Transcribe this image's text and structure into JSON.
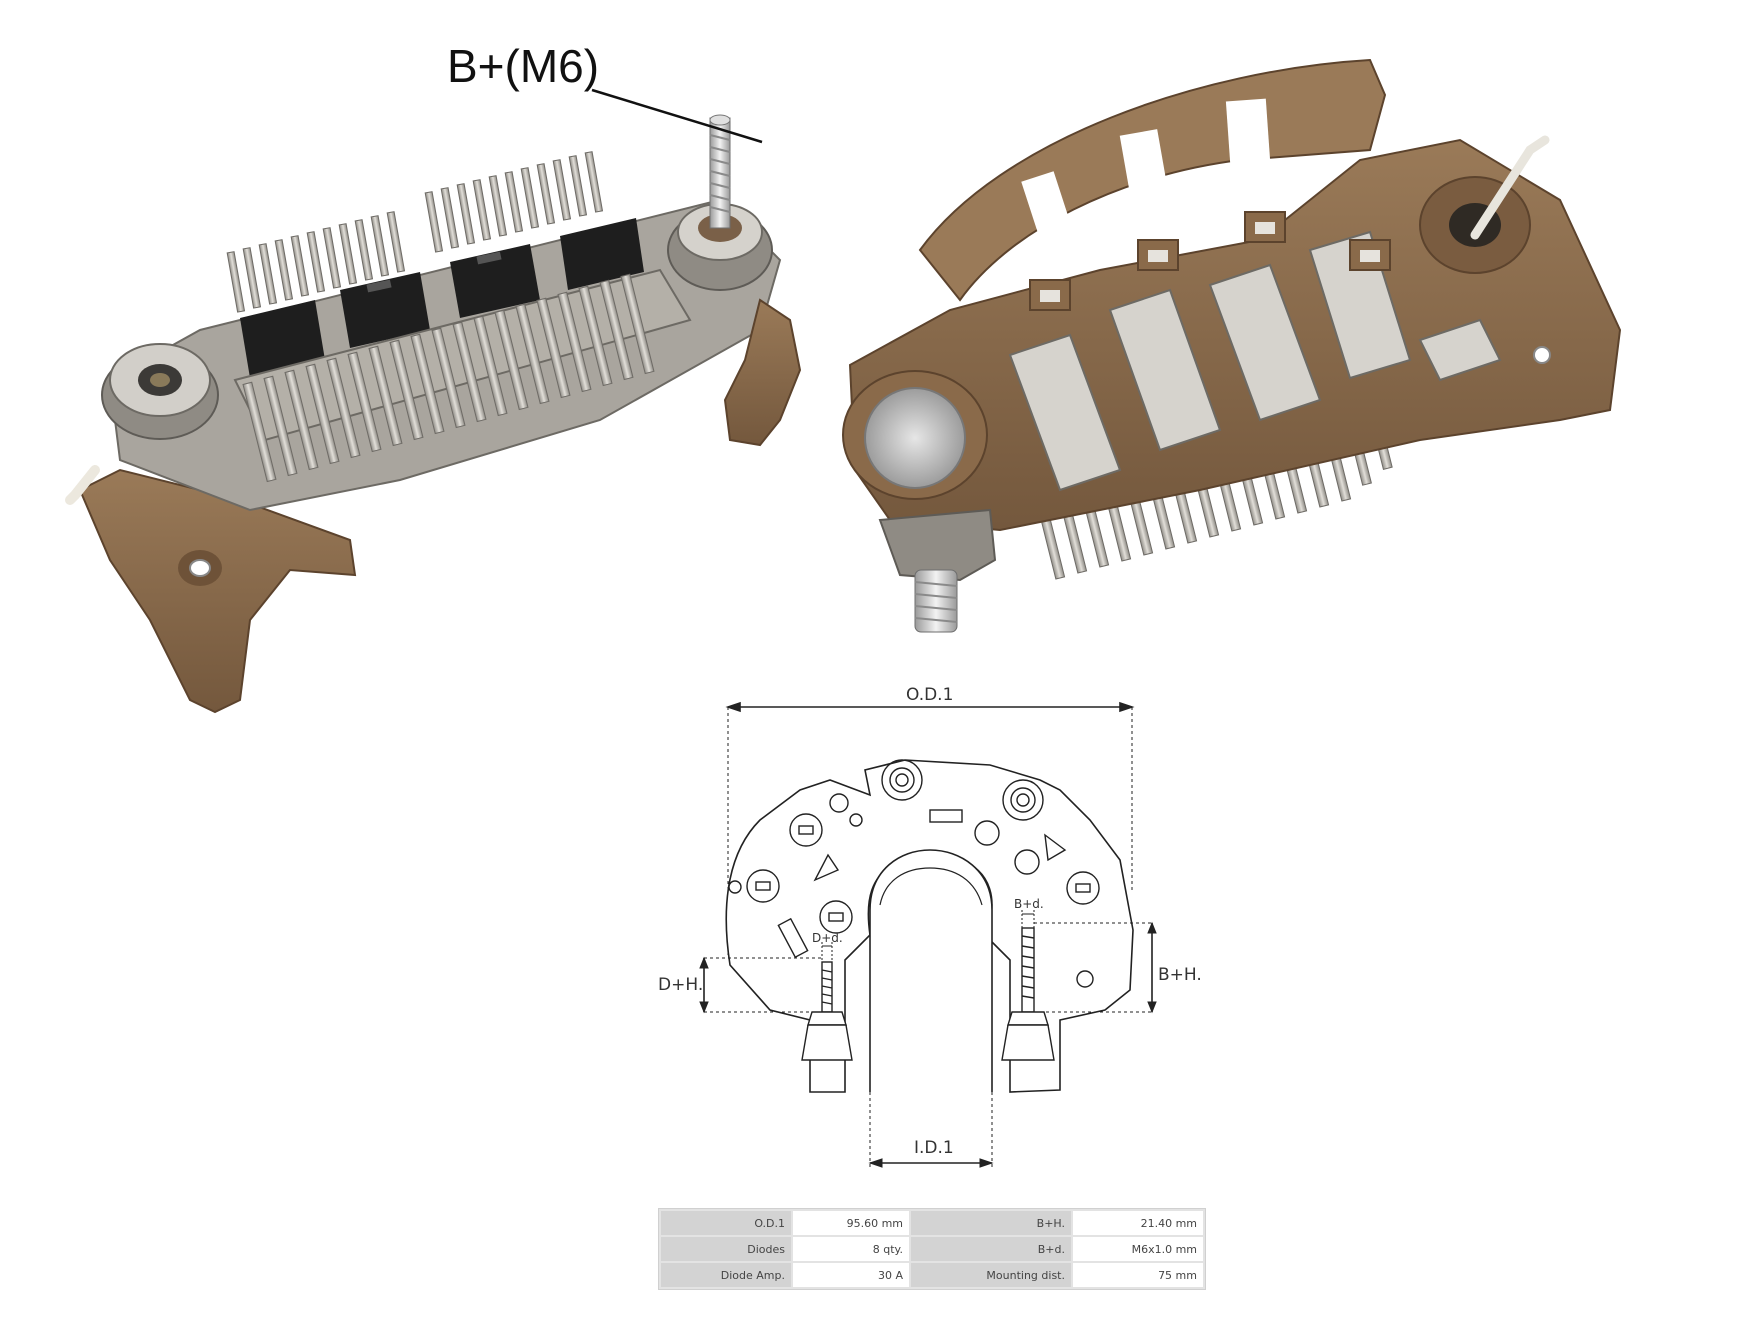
{
  "callout": {
    "label": "B+(M6)"
  },
  "photos": {
    "left": {
      "name": "rectifier-photo-top-view"
    },
    "right": {
      "name": "rectifier-photo-bottom-view"
    }
  },
  "drawing": {
    "od_label": "O.D.1",
    "id_label": "I.D.1",
    "dh_label": "D+H.",
    "bh_label": "B+H.",
    "dd_label": "D+d.",
    "bd_label": "B+d."
  },
  "specs": {
    "rows": [
      [
        "O.D.1",
        "95.60 mm",
        "B+H.",
        "21.40 mm"
      ],
      [
        "Diodes",
        "8 qty.",
        "B+d.",
        "M6x1.0 mm"
      ],
      [
        "Diode Amp.",
        "30 A",
        "Mounting dist.",
        "75 mm"
      ]
    ]
  },
  "colors": {
    "plastic": "#8a6a4a",
    "plastic_dark": "#6e5238",
    "metal": "#b9b6b0",
    "diode": "#1e1e1e"
  }
}
